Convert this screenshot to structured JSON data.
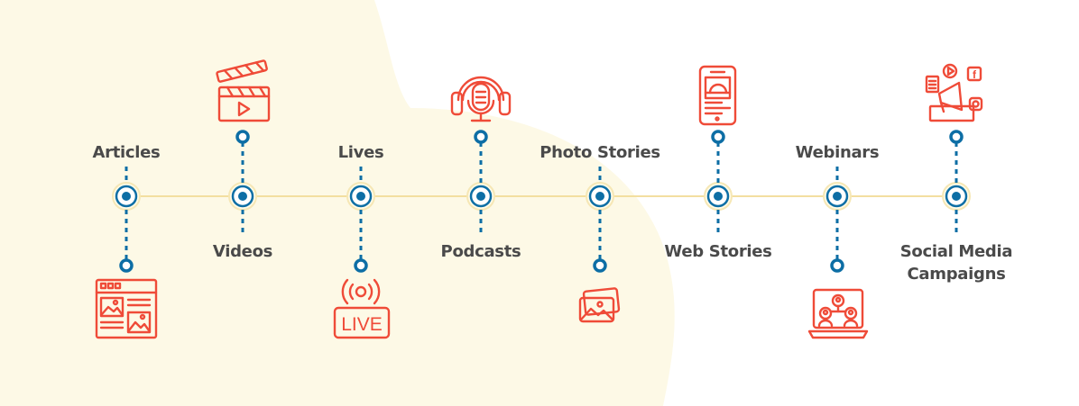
{
  "colors": {
    "background": "#ffffff",
    "blob": "#fdf9e6",
    "accent": "#ef4b38",
    "node_blue": "#0d6ea5",
    "timeline": "#f3dfa0",
    "label": "#4a4a4a"
  },
  "items": [
    {
      "label": "Articles",
      "icon": "browser-window-icon"
    },
    {
      "label": "Videos",
      "icon": "clapperboard-icon"
    },
    {
      "label": "Lives",
      "icon": "live-broadcast-icon"
    },
    {
      "label": "Podcasts",
      "icon": "podcast-microphone-icon"
    },
    {
      "label": "Photo Stories",
      "icon": "photo-gallery-icon"
    },
    {
      "label": "Web Stories",
      "icon": "mobile-story-icon"
    },
    {
      "label": "Webinars",
      "icon": "webinar-laptop-icon"
    },
    {
      "label": "Social Media Campaigns",
      "icon": "social-media-megaphone-icon"
    }
  ],
  "labels": {
    "articles": "Articles",
    "videos": "Videos",
    "lives": "Lives",
    "podcasts": "Podcasts",
    "photo_stories": "Photo Stories",
    "web_stories": "Web Stories",
    "webinars": "Webinars",
    "social_line1": "Social Media",
    "social_line2": "Campaigns"
  },
  "icons": {
    "live_text": "LIVE"
  }
}
